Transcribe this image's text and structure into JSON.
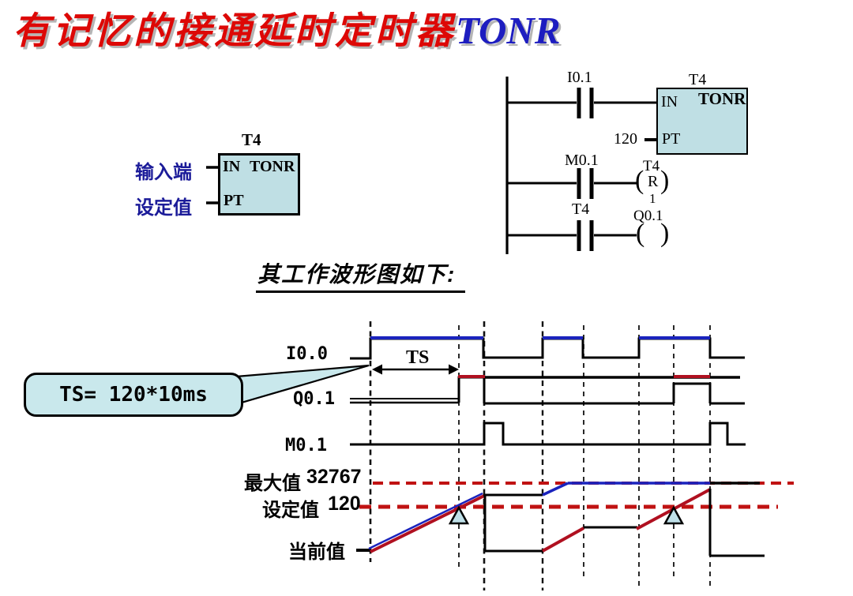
{
  "title": {
    "zh": "有记忆的接通延时定时器",
    "en": "TONR"
  },
  "block": {
    "name": "T4",
    "in": "IN",
    "type": "TONR",
    "pt": "PT",
    "input_label": "输入端",
    "preset_label": "设定值"
  },
  "ladder": {
    "contact1": "I0.1",
    "timer": "T4",
    "in": "IN",
    "type": "TONR",
    "pt": "PT",
    "preset": "120",
    "contact2": "M0.1",
    "reset_timer": "T4",
    "reset": "R",
    "reset_n": "1",
    "contact3": "T4",
    "coil": "Q0.1",
    "paren_open": "(",
    "paren_close": ")"
  },
  "subtitle": "其工作波形图如下:",
  "callout": "TS= 120*10ms",
  "wave": {
    "ts": "TS",
    "sig1": "I0.0",
    "sig2": "Q0.1",
    "sig3": "M0.1",
    "max_label": "最大值",
    "max_value": "32767",
    "set_label": "设定值",
    "set_value": "120",
    "cur_label": "当前值"
  },
  "colors": {
    "title_red": "#dd0806",
    "title_blue": "#1d1dc0",
    "navy_label": "#1b1b99",
    "box_fill": "#bfdfe4",
    "callout_fill": "#c9e8ec",
    "wave_blue": "#1a23bd",
    "wave_red": "#b01020",
    "dashed_red": "#c01212"
  }
}
